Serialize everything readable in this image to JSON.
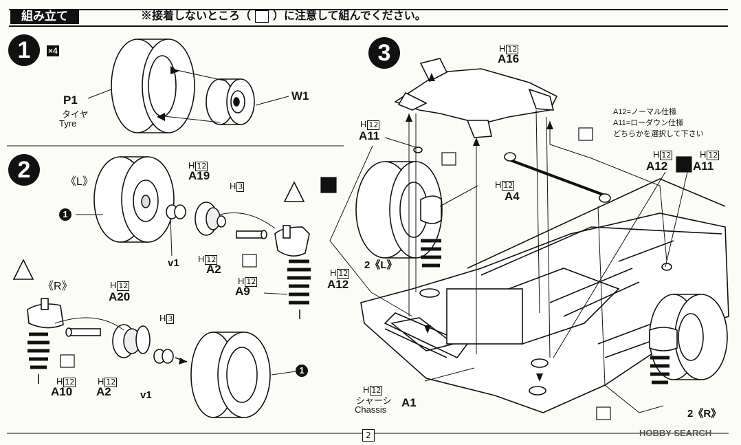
{
  "header": {
    "title": "組み立て",
    "note_prefix": "※接着しないところ（",
    "note_suffix": "）に注意して組んでください。"
  },
  "step1": {
    "number": "1",
    "multiplier": "×4",
    "tyre_part": "P1",
    "tyre_jp": "タイヤ",
    "tyre_en": "Tyre",
    "wheel_part": "W1"
  },
  "step2": {
    "number": "2",
    "left_side": "《L》",
    "right_side": "《R》",
    "ref_wheel": "1",
    "h": "H",
    "parts": {
      "a19": {
        "num": "12",
        "code": "A19"
      },
      "h3a": {
        "num": "3"
      },
      "v1a": "v1",
      "a2a": {
        "num": "12",
        "code": "A2"
      },
      "a9": {
        "num": "12",
        "code": "A9"
      },
      "a20": {
        "num": "12",
        "code": "A20"
      },
      "h3b": {
        "num": "3"
      },
      "a10": {
        "num": "12",
        "code": "A10"
      },
      "a2b": {
        "num": "12",
        "code": "A2"
      },
      "v1b": "v1"
    }
  },
  "step3": {
    "number": "3",
    "note_line1": "A12=ノーマル仕様",
    "note_line2": "A11=ローダウン仕様",
    "note_line3": "どちらかを選択して下さい",
    "sub_left": "2《L》",
    "sub_right": "2《R》",
    "chassis_jp": "シャーシ",
    "chassis_en": "Chassis",
    "parts": {
      "a16": {
        "num": "12",
        "code": "A16"
      },
      "a11a": {
        "num": "12",
        "code": "A11"
      },
      "a4": {
        "num": "12",
        "code": "A4"
      },
      "a12a": {
        "num": "12",
        "code": "A12"
      },
      "a12b": {
        "num": "12",
        "code": "A12"
      },
      "a11b": {
        "num": "12",
        "code": "A11"
      },
      "a1": {
        "num": "12",
        "code": "A1"
      }
    }
  },
  "footer": {
    "page": "2",
    "watermark": "HOBBY SEARCH"
  }
}
